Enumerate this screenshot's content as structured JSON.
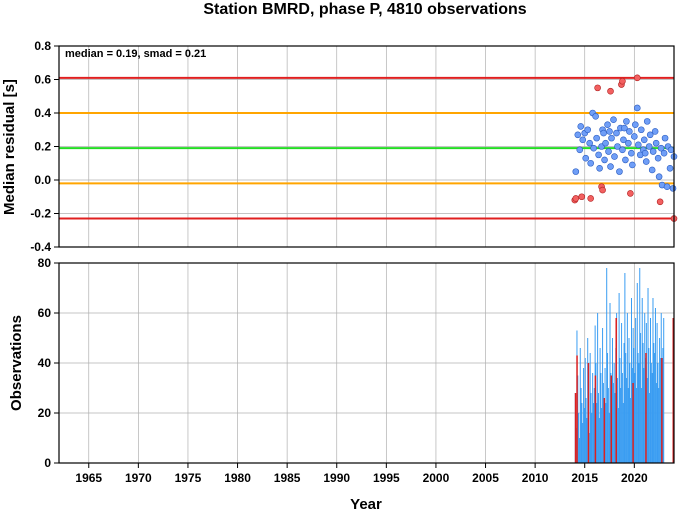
{
  "chart_data": [
    {
      "type": "scatter",
      "title": "Station BMRD, phase P, 4810 observations",
      "ylabel": "Median residual [s]",
      "xlim": [
        1962,
        2024
      ],
      "ylim": [
        -0.4,
        0.8
      ],
      "yticks": [
        "-0.4",
        "-0.2",
        "0.0",
        "0.2",
        "0.4",
        "0.6",
        "0.8"
      ],
      "annotation": "median = 0.19, smad = 0.21",
      "grid": true,
      "hlines": [
        {
          "y": 0.61,
          "color": "#e02020"
        },
        {
          "y": 0.4,
          "color": "#ffa500"
        },
        {
          "y": 0.19,
          "color": "#22dd22"
        },
        {
          "y": -0.02,
          "color": "#ffa500"
        },
        {
          "y": -0.23,
          "color": "#e02020"
        }
      ],
      "colors": {
        "inlier": "#6f9ef7",
        "outlier": "#f26060"
      },
      "points_inlier": [
        [
          2014.1,
          0.05
        ],
        [
          2014.3,
          0.27
        ],
        [
          2014.5,
          0.18
        ],
        [
          2014.6,
          0.32
        ],
        [
          2014.8,
          0.24
        ],
        [
          2015.0,
          0.28
        ],
        [
          2015.1,
          0.13
        ],
        [
          2015.3,
          0.3
        ],
        [
          2015.5,
          0.22
        ],
        [
          2015.6,
          0.1
        ],
        [
          2015.8,
          0.4
        ],
        [
          2015.9,
          0.19
        ],
        [
          2016.1,
          0.38
        ],
        [
          2016.2,
          0.25
        ],
        [
          2016.4,
          0.15
        ],
        [
          2016.5,
          0.07
        ],
        [
          2016.7,
          0.2
        ],
        [
          2016.8,
          0.3
        ],
        [
          2017.0,
          0.12
        ],
        [
          2017.1,
          0.22
        ],
        [
          2017.3,
          0.33
        ],
        [
          2017.4,
          0.17
        ],
        [
          2017.6,
          0.08
        ],
        [
          2017.7,
          0.25
        ],
        [
          2017.9,
          0.36
        ],
        [
          2018.0,
          0.14
        ],
        [
          2018.2,
          0.28
        ],
        [
          2018.3,
          0.2
        ],
        [
          2018.5,
          0.05
        ],
        [
          2018.6,
          0.31
        ],
        [
          2018.8,
          0.18
        ],
        [
          2018.9,
          0.24
        ],
        [
          2019.1,
          0.12
        ],
        [
          2019.2,
          0.35
        ],
        [
          2019.4,
          0.22
        ],
        [
          2019.5,
          0.29
        ],
        [
          2019.7,
          0.16
        ],
        [
          2019.8,
          0.09
        ],
        [
          2020.0,
          0.26
        ],
        [
          2020.1,
          0.33
        ],
        [
          2020.3,
          0.43
        ],
        [
          2020.4,
          0.21
        ],
        [
          2020.6,
          0.15
        ],
        [
          2020.7,
          0.3
        ],
        [
          2020.9,
          0.18
        ],
        [
          2021.0,
          0.24
        ],
        [
          2021.2,
          0.11
        ],
        [
          2021.3,
          0.35
        ],
        [
          2021.5,
          0.2
        ],
        [
          2021.6,
          0.27
        ],
        [
          2021.8,
          0.06
        ],
        [
          2021.9,
          0.17
        ],
        [
          2022.1,
          0.29
        ],
        [
          2022.2,
          0.22
        ],
        [
          2022.4,
          0.13
        ],
        [
          2022.5,
          0.02
        ],
        [
          2022.7,
          0.19
        ],
        [
          2022.8,
          -0.03
        ],
        [
          2023.0,
          0.16
        ],
        [
          2023.1,
          0.25
        ],
        [
          2023.3,
          -0.04
        ],
        [
          2023.4,
          0.2
        ],
        [
          2023.6,
          0.07
        ],
        [
          2023.7,
          0.18
        ],
        [
          2023.9,
          -0.05
        ],
        [
          2024.0,
          0.14
        ],
        [
          2016.9,
          0.28
        ],
        [
          2017.5,
          0.29
        ],
        [
          2019.0,
          0.31
        ],
        [
          2021.1,
          0.16
        ]
      ],
      "points_outlier": [
        [
          2014.0,
          -0.12
        ],
        [
          2014.1,
          -0.11
        ],
        [
          2014.7,
          -0.1
        ],
        [
          2015.6,
          -0.11
        ],
        [
          2016.3,
          0.55
        ],
        [
          2016.7,
          -0.04
        ],
        [
          2016.8,
          -0.06
        ],
        [
          2017.6,
          0.53
        ],
        [
          2018.7,
          0.57
        ],
        [
          2018.8,
          0.59
        ],
        [
          2019.6,
          -0.08
        ],
        [
          2020.3,
          0.61
        ],
        [
          2022.6,
          -0.13
        ],
        [
          2024.0,
          -0.23
        ]
      ]
    },
    {
      "type": "bar",
      "ylabel": "Observations",
      "xlabel": "Year",
      "xlim": [
        1962,
        2024
      ],
      "ylim": [
        0,
        80
      ],
      "yticks": [
        "0",
        "20",
        "40",
        "60",
        "80"
      ],
      "xticks": [
        "1965",
        "1970",
        "1975",
        "1980",
        "1985",
        "1990",
        "1995",
        "2000",
        "2005",
        "2010",
        "2015",
        "2020"
      ],
      "grid": true,
      "colors": {
        "bar": "#3a9df2",
        "red": "#dc2020"
      },
      "bars_start": 2014.0,
      "bar_width": 0.0833,
      "bars": [
        28,
        14,
        53,
        35,
        20,
        10,
        46,
        30,
        24,
        16,
        38,
        22,
        42,
        26,
        18,
        50,
        33,
        12,
        44,
        28,
        20,
        36,
        24,
        30,
        55,
        40,
        24,
        60,
        28,
        18,
        46,
        36,
        22,
        54,
        32,
        26,
        38,
        24,
        78,
        44,
        30,
        20,
        64,
        36,
        26,
        50,
        32,
        40,
        28,
        46,
        60,
        34,
        22,
        68,
        42,
        30,
        56,
        36,
        24,
        48,
        76,
        44,
        34,
        60,
        30,
        50,
        40,
        26,
        66,
        38,
        54,
        46,
        36,
        58,
        30,
        72,
        44,
        40,
        78,
        52,
        30,
        66,
        48,
        38,
        60,
        42,
        56,
        34,
        70,
        46,
        28,
        58,
        40,
        36,
        66,
        48,
        44,
        62,
        32,
        56,
        40,
        30,
        50,
        42,
        60,
        34,
        46,
        58
      ],
      "red_bars": [
        [
          2014.0,
          28
        ],
        [
          2014.15,
          43
        ],
        [
          2015.3,
          40
        ],
        [
          2016.0,
          35
        ],
        [
          2016.9,
          26
        ],
        [
          2017.6,
          35
        ],
        [
          2018.1,
          58
        ],
        [
          2019.8,
          32
        ],
        [
          2021.1,
          44
        ],
        [
          2022.7,
          42
        ],
        [
          2023.9,
          36
        ],
        [
          2024.0,
          58
        ]
      ]
    }
  ]
}
